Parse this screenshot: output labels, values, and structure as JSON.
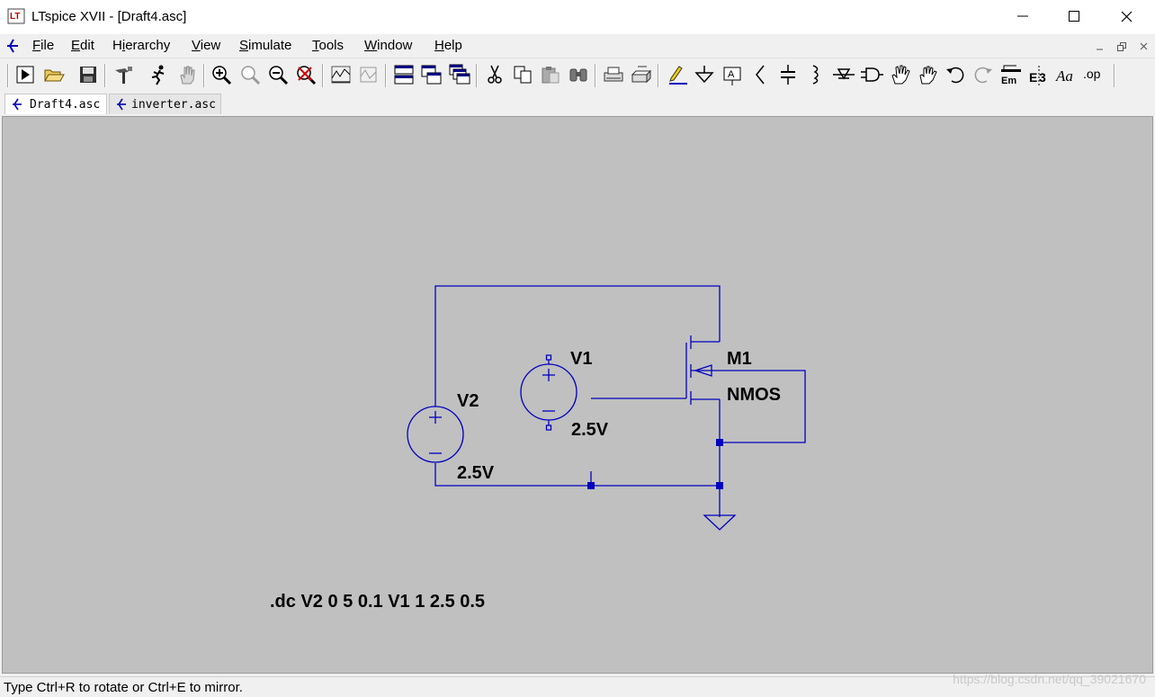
{
  "window": {
    "title": "LTspice XVII - [Draft4.asc]"
  },
  "menu": [
    "File",
    "Edit",
    "Hierarchy",
    "View",
    "Simulate",
    "Tools",
    "Window",
    "Help"
  ],
  "toolbar": {
    "icons": [
      "run-icon",
      "open-icon",
      "save-icon",
      "control-panel-icon",
      "halt-icon",
      "pan-icon",
      "zoom-in-icon",
      "zoom-full-icon",
      "zoom-out-icon",
      "zoom-cancel-icon",
      "autorange-icon",
      "waveform-icon",
      "tile-horizontal-icon",
      "tile-vertical-icon",
      "cascade-icon",
      "cut-icon",
      "copy-icon",
      "paste-icon",
      "find-icon",
      "print-setup-icon",
      "print-icon",
      "draw-wire-icon",
      "ground-icon",
      "label-net-icon",
      "resistor-icon",
      "capacitor-icon",
      "inductor-icon",
      "diode-icon",
      "component-icon",
      "move-icon",
      "drag-icon",
      "undo-icon",
      "redo-icon",
      "rotate-icon",
      "mirror-icon",
      "text-icon",
      "spice-directive-icon"
    ],
    "text_icon_label": "Aa",
    "directive_icon_label": ".op"
  },
  "tabs": [
    {
      "label": "Draft4.asc",
      "active": true
    },
    {
      "label": "inverter.asc",
      "active": false
    }
  ],
  "schematic": {
    "wire_color": "#0000bf",
    "text_color": "#000000",
    "background": "#c0c0c0",
    "components": {
      "v1": {
        "name": "V1",
        "value": "2.5V"
      },
      "v2": {
        "name": "V2",
        "value": "2.5V"
      },
      "m1": {
        "name": "M1",
        "model": "NMOS"
      }
    },
    "directive": ".dc V2 0 5 0.1 V1 1 2.5 0.5"
  },
  "status": {
    "text": "Type Ctrl+R to rotate or Ctrl+E to mirror.",
    "watermark": "https://blog.csdn.net/qq_39021670"
  }
}
